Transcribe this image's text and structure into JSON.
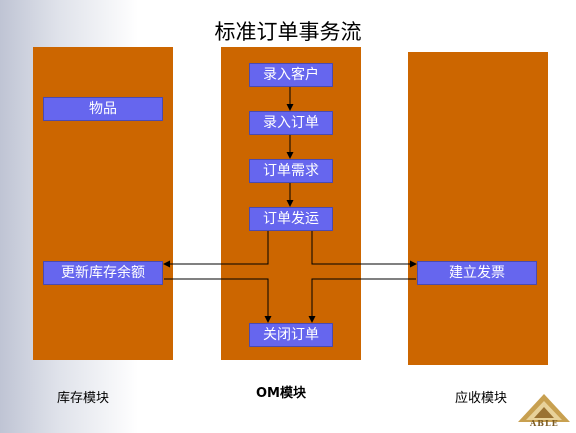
{
  "title": "标准订单事务流",
  "modules": {
    "inventory": "库存模块",
    "om": "OM模块",
    "receivables": "应收模块"
  },
  "nodes": {
    "item": "物品",
    "update_onhand": "更新库存余额",
    "enter_customer": "录入客户",
    "enter_order": "录入订单",
    "order_demand": "订单需求",
    "order_ship": "订单发运",
    "close_order": "关闭订单",
    "create_invoice": "建立发票"
  },
  "colors": {
    "module_fill": "#cc6600",
    "node_fill": "#6666ee",
    "node_text": "#ffffff"
  },
  "logo": {
    "text": "ABLE"
  }
}
